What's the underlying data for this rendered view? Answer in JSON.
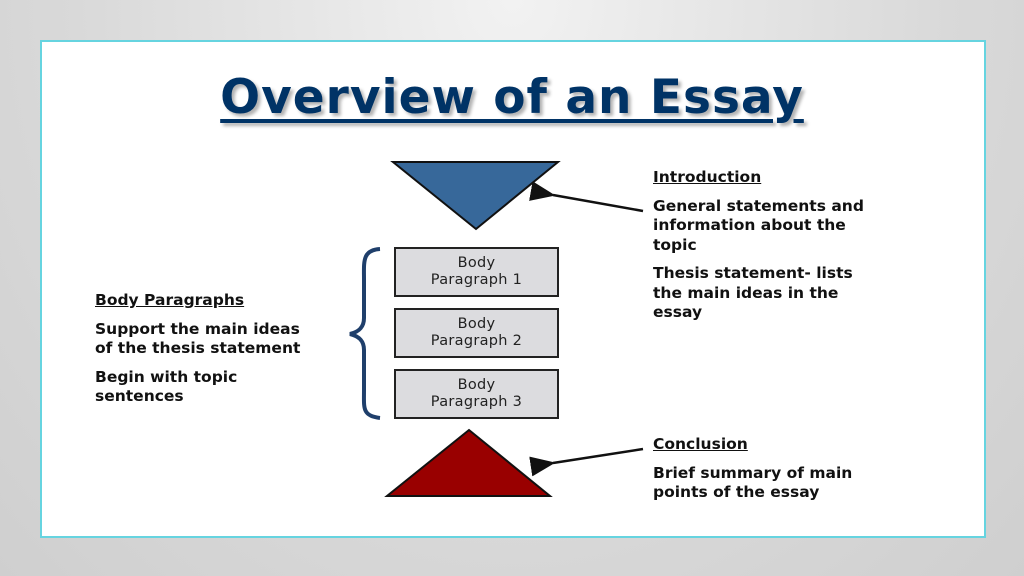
{
  "title": "Overview of an Essay",
  "colors": {
    "intro": "#37689a",
    "conclusion": "#990000",
    "brace": "#1f3f6b",
    "slide_border": "#66d4e0"
  },
  "boxes": [
    {
      "line1": "Body",
      "line2": "Paragraph 1"
    },
    {
      "line1": "Body",
      "line2": "Paragraph 2"
    },
    {
      "line1": "Body",
      "line2": "Paragraph 3"
    }
  ],
  "introduction": {
    "heading": "Introduction",
    "points": [
      "General statements and information about the topic",
      "Thesis statement- lists the main ideas in the essay"
    ]
  },
  "body_paragraphs": {
    "heading": "Body Paragraphs",
    "points": [
      "Support the main ideas of the thesis statement",
      "Begin with topic sentences"
    ]
  },
  "conclusion": {
    "heading": "Conclusion",
    "points": [
      "Brief summary of main points of the essay"
    ]
  }
}
